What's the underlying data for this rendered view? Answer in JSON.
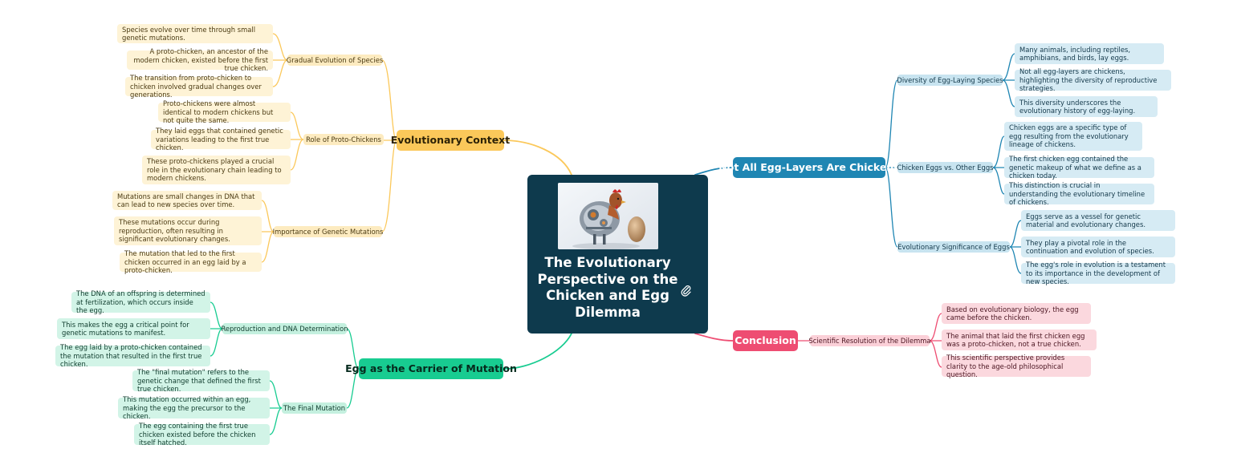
{
  "central": {
    "title": "The Evolutionary Perspective on the Chicken and Egg Dilemma",
    "icon": "paperclip-icon",
    "image": "robot-chicken-egg-illustration"
  },
  "colors": {
    "central": "#0e3a4d",
    "yellow": "#fbc85a",
    "blue": "#1f86b3",
    "green": "#18cc91",
    "red": "#ee4d72"
  },
  "branches": {
    "evolutionary_context": {
      "label": "Evolutionary Context",
      "subs": [
        {
          "label": "Gradual Evolution of Species",
          "leaves": [
            "Species evolve over time through small genetic mutations.",
            "A proto-chicken, an ancestor of the modern chicken, existed before the first true chicken.",
            "The transition from proto-chicken to chicken involved gradual changes over generations."
          ]
        },
        {
          "label": "Role of Proto-Chickens",
          "leaves": [
            "Proto-chickens were almost identical to modern chickens but not quite the same.",
            "They laid eggs that contained genetic variations leading to the first true chicken.",
            "These proto-chickens played a crucial role in the evolutionary chain leading to modern chickens."
          ]
        },
        {
          "label": "Importance of Genetic Mutations",
          "leaves": [
            "Mutations are small changes in DNA that can lead to new species over time.",
            "These mutations occur during reproduction, often resulting in significant evolutionary changes.",
            "The mutation that led to the first chicken occurred in an egg laid by a proto-chicken."
          ]
        }
      ]
    },
    "egg_layers": {
      "label": "Not All Egg-Layers Are Chickens",
      "subs": [
        {
          "label": "Diversity of Egg-Laying Species",
          "leaves": [
            "Many animals, including reptiles, amphibians, and birds, lay eggs.",
            "Not all egg-layers are chickens, highlighting the diversity of reproductive strategies.",
            "This diversity underscores the evolutionary history of egg-laying."
          ]
        },
        {
          "label": "Chicken Eggs vs. Other Eggs",
          "leaves": [
            "Chicken eggs are a specific type of egg resulting from the evolutionary lineage of chickens.",
            "The first chicken egg contained the genetic makeup of what we define as a chicken today.",
            "This distinction is crucial in understanding the evolutionary timeline of chickens."
          ]
        },
        {
          "label": "Evolutionary Significance of Eggs",
          "leaves": [
            "Eggs serve as a vessel for genetic material and evolutionary changes.",
            "They play a pivotal role in the continuation and evolution of species.",
            "The egg's role in evolution is a testament to its importance in the development of new species."
          ]
        }
      ]
    },
    "egg_carrier": {
      "label": "Egg as the Carrier of Mutation",
      "subs": [
        {
          "label": "Reproduction and DNA Determination",
          "leaves": [
            "The DNA of an offspring is determined at fertilization, which occurs inside the egg.",
            "This makes the egg a critical point for genetic mutations to manifest.",
            "The egg laid by a proto-chicken contained the mutation that resulted in the first true chicken."
          ]
        },
        {
          "label": "The Final Mutation",
          "leaves": [
            "The \"final mutation\" refers to the genetic change that defined the first true chicken.",
            "This mutation occurred within an egg, making the egg the precursor to the chicken.",
            "The egg containing the first true chicken existed before the chicken itself hatched."
          ]
        }
      ]
    },
    "conclusion": {
      "label": "Conclusion",
      "subs": [
        {
          "label": "Scientific Resolution of the Dilemma",
          "leaves": [
            "Based on evolutionary biology, the egg came before the chicken.",
            "The animal that laid the first chicken egg was a proto-chicken, not a true chicken.",
            "This scientific perspective provides clarity to the age-old philosophical question."
          ]
        }
      ]
    }
  }
}
